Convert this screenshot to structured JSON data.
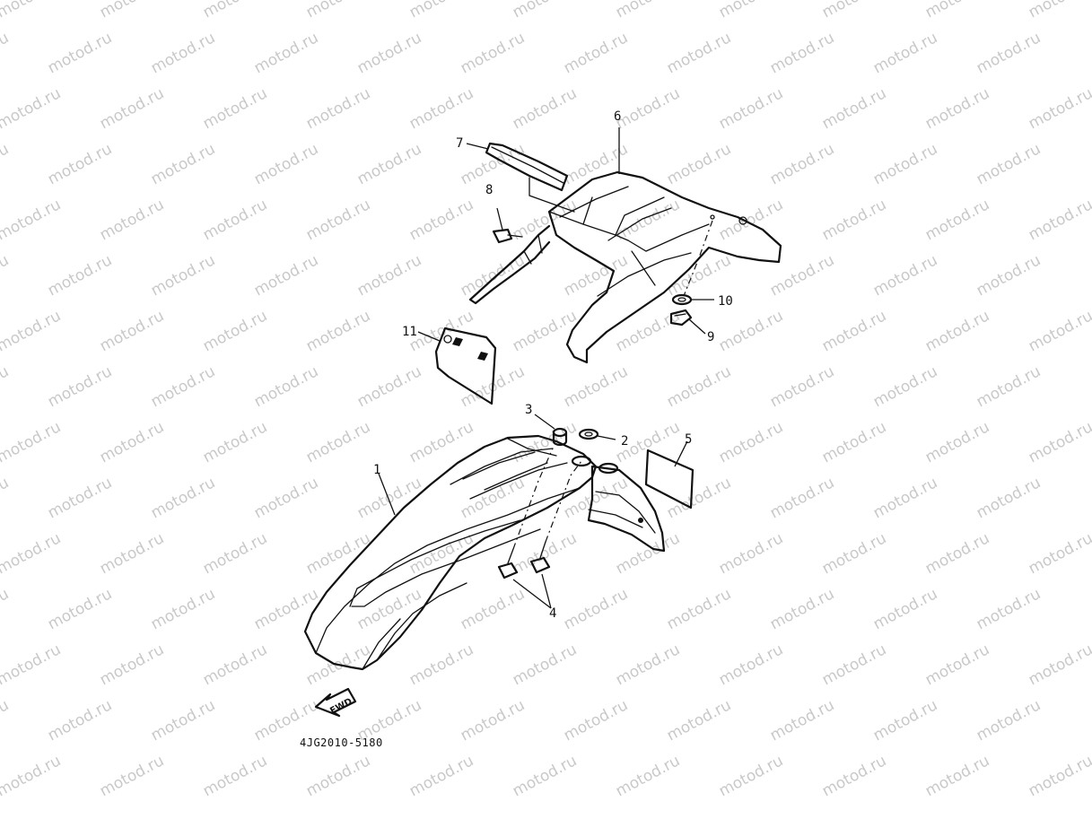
{
  "watermark": "motod.ru",
  "diagram_code": "4JG2010-5180",
  "direction_label": "FWD",
  "callouts": [
    {
      "key": "front-fender",
      "number": "1"
    },
    {
      "key": "washer-2",
      "number": "2"
    },
    {
      "key": "collar-3",
      "number": "3"
    },
    {
      "key": "bolt-4",
      "number": "4"
    },
    {
      "key": "label-5",
      "number": "5"
    },
    {
      "key": "rear-fender",
      "number": "6"
    },
    {
      "key": "pad-7",
      "number": "7"
    },
    {
      "key": "bolt-8",
      "number": "8"
    },
    {
      "key": "nut-9",
      "number": "9"
    },
    {
      "key": "washer-10",
      "number": "10"
    },
    {
      "key": "number-plate-11",
      "number": "11"
    }
  ]
}
